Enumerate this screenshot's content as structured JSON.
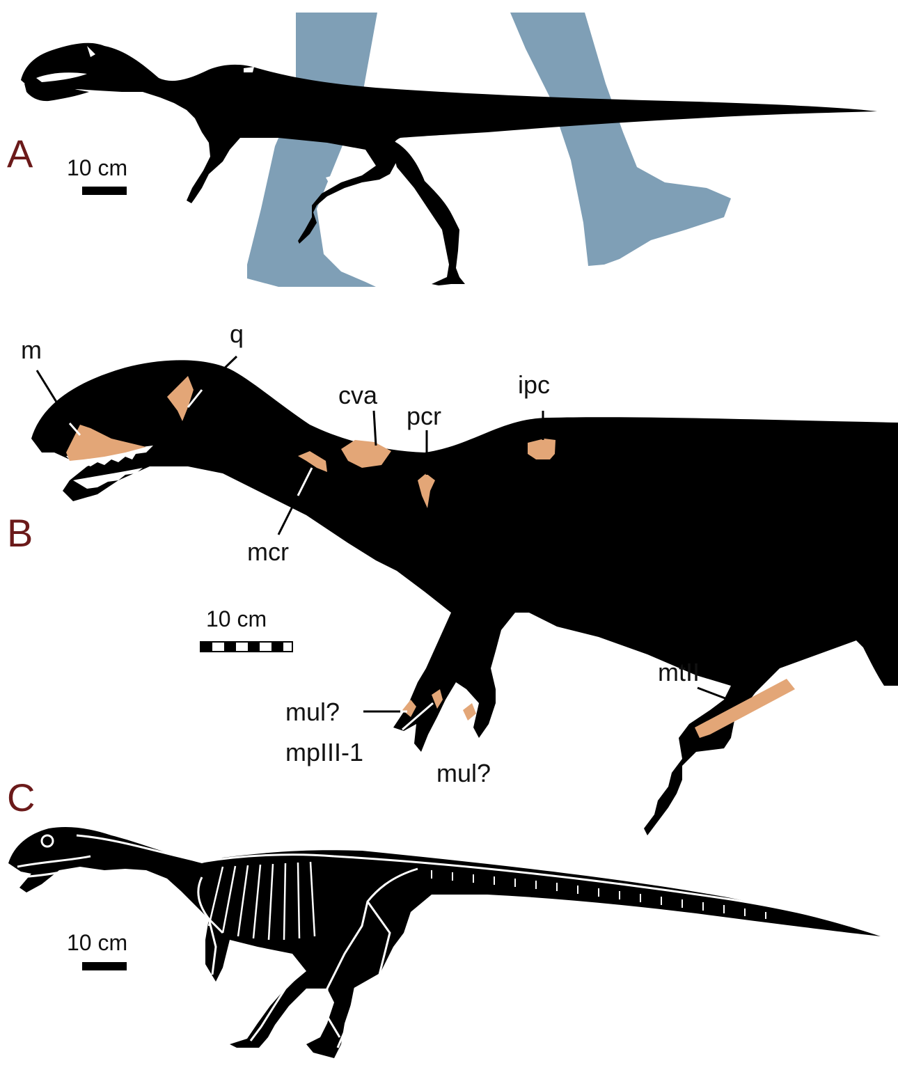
{
  "colors": {
    "silhouette": "#000000",
    "human_leg": "#7f9fb6",
    "fossil_bone": "#e3a677",
    "panel_letter": "#6b1a1a",
    "label_text": "#111111"
  },
  "panels": [
    {
      "letter": "A",
      "scale_label": "10 cm",
      "scale_style": "solid"
    },
    {
      "letter": "B",
      "scale_label": "10 cm",
      "scale_style": "checkered"
    },
    {
      "letter": "C",
      "scale_label": "10 cm",
      "scale_style": "solid"
    }
  ],
  "bone_labels": {
    "m": "m",
    "q": "q",
    "cva": "cva",
    "pcr": "pcr",
    "ipc": "ipc",
    "mcr": "mcr",
    "mtII": "mtII",
    "mul_a": "mul?",
    "mpIII": "mpIII-1",
    "mul_b": "mul?"
  }
}
